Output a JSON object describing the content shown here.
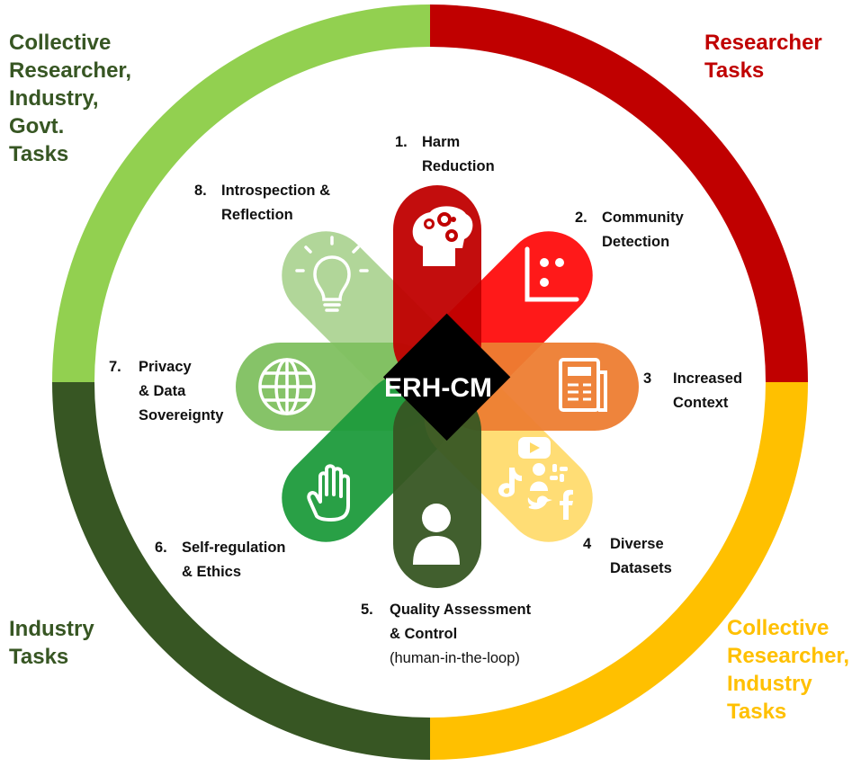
{
  "colors": {
    "researcher": "#c00000",
    "collective_research_industry": "#ffc000",
    "industry": "#375623",
    "collective_all": "#92d050",
    "center": "#000000",
    "center_text": "#ffffff"
  },
  "center": {
    "label": "ERH-CM"
  },
  "quadrants": [
    {
      "id": "researcher",
      "label": "Researcher\nTasks",
      "color": "#c00000"
    },
    {
      "id": "collective_research_industry",
      "label": "Collective\nResearcher,\nIndustry\nTasks",
      "color": "#ffc000"
    },
    {
      "id": "industry",
      "label": "Industry\nTasks",
      "color": "#375623"
    },
    {
      "id": "collective_all",
      "label": "Collective\nResearcher,\nIndustry,\nGovt.\nTasks",
      "color": "#548235"
    }
  ],
  "pillars": [
    {
      "num": "1.",
      "label": "Harm\nReduction",
      "icon": "brain-gears-icon",
      "color": "#c00000"
    },
    {
      "num": "2.",
      "label": "Community\nDetection",
      "icon": "scatter-chart-icon",
      "color": "#ff0000"
    },
    {
      "num": "3",
      "label": "Increased\nContext",
      "icon": "newspaper-icon",
      "color": "#ed7d31"
    },
    {
      "num": "4",
      "label": "Diverse\nDatasets",
      "icon": "social-media-icon",
      "color": "#ffd966"
    },
    {
      "num": "5.",
      "label": "Quality Assessment\n& Control",
      "sub": "(human-in-the-loop)",
      "icon": "person-icon",
      "color": "#375623"
    },
    {
      "num": "6.",
      "label": "Self-regulation\n& Ethics",
      "icon": "hand-icon",
      "color": "#1e9b3c"
    },
    {
      "num": "7.",
      "label": "Privacy\n& Data\nSovereignty",
      "icon": "globe-icon",
      "color": "#80c060"
    },
    {
      "num": "8.",
      "label": "Introspection &\nReflection",
      "icon": "lightbulb-icon",
      "color": "#a9d18e"
    }
  ]
}
